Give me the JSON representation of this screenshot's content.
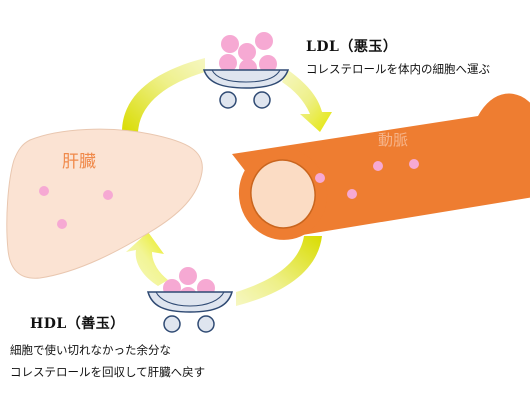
{
  "liver": {
    "label": "肝臓",
    "fill": "#fbe3d3",
    "text_color": "#f08a4b"
  },
  "artery": {
    "label": "動脈",
    "fill": "#ee7d31",
    "inner_fill": "#fbdcc4",
    "text_color": "#f6b48a"
  },
  "ldl": {
    "title": "LDL（悪玉）",
    "description": "コレステロールを体内の細胞へ運ぶ"
  },
  "hdl": {
    "title": "HDL（善玉）",
    "description_lines": [
      "細胞で使い切れなかった余分な",
      "コレステロールを回収して肝臓へ戻す"
    ]
  },
  "colors": {
    "arrow": "#d9dc00",
    "arrow_light": "#f2f596",
    "cart_body": "#dfe5ef",
    "cart_stroke": "#2f4a73",
    "ball": "#f6a9d3",
    "dot": "#f6a9d3"
  }
}
